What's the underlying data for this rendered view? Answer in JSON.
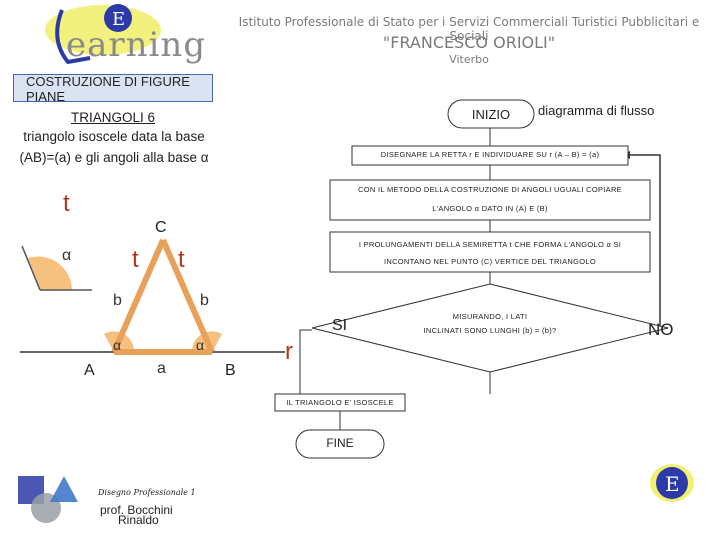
{
  "header": {
    "logo_text": "earning",
    "institute_line1": "Istituto Professionale di Stato per i Servizi Commerciali Turistici Pubblicitari e Sociali",
    "institute_line2": "\"FRANCESCO ORIOLI\"",
    "institute_line3": "Viterbo"
  },
  "lesson": {
    "topic": "COSTRUZIONE DI FIGURE PIANE",
    "title": "TRIANGOLI 6",
    "subtitle_line1": "triangolo isoscele data la base",
    "subtitle_line2": "(AB)=(a) e gli angoli alla base α"
  },
  "figure": {
    "t_top": "t",
    "alpha_left": "α",
    "vertex_c": "C",
    "t_left": "t",
    "t_right": "t",
    "side_left": "b",
    "side_right": "b",
    "alpha_a": "α",
    "alpha_b": "α",
    "vertex_a": "A",
    "base": "a",
    "vertex_b": "B",
    "r_label": "r"
  },
  "flowchart": {
    "start": "INIZIO",
    "caption": "diagramma di flusso",
    "step1": "DISEGNARE LA RETTA r E INDIVIDUARE SU r (A – B) = (a)",
    "step2_line1": "CON IL METODO DELLA COSTRUZIONE DI ANGOLI UGUALI COPIARE",
    "step2_line2": "L'ANGOLO α DATO IN (A) E (B)",
    "step3_line1": "I PROLUNGAMENTI DELLA SEMIRETTA t CHE FORMA L'ANGOLO α SI",
    "step3_line2": "INCONTANO NEL PUNTO (C) VERTICE DEL TRIANGOLO",
    "decision_line1": "MISURANDO, I LATI",
    "decision_line2": "INCLINATI SONO LUNGHI (b) = (b)?",
    "yes": "SI",
    "no": "NO",
    "result": "IL TRIANGOLO E' ISOSCELE",
    "end": "FINE"
  },
  "footer": {
    "subject": "Disegno Professionale 1",
    "author_line1": "prof. Bocchini",
    "author_line2": "Rinaldo"
  },
  "colors": {
    "accent_blue": "#2b3aa8",
    "logo_yellow": "#e8e84a",
    "angle_orange": "#f6c07e",
    "red_text": "#b2361b"
  }
}
